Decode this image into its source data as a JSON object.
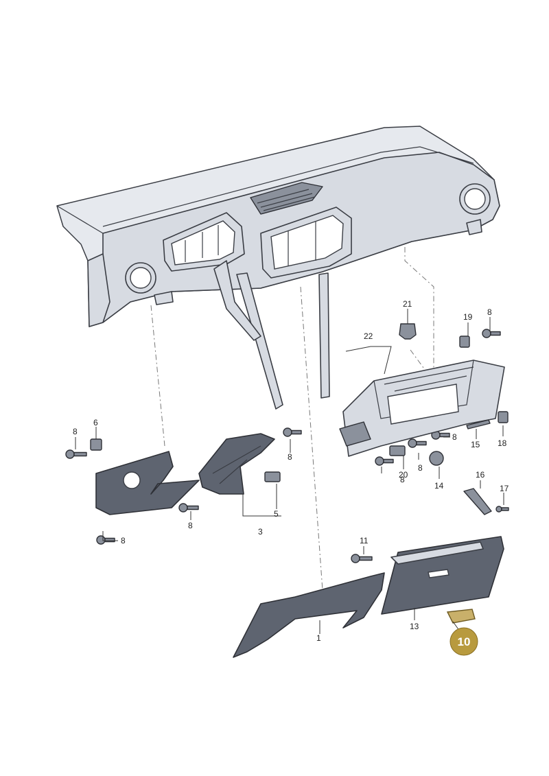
{
  "callouts": {
    "c1": "1",
    "c3": "3",
    "c5": "5",
    "c6": "6",
    "c8a": "8",
    "c8b": "8",
    "c8c": "8",
    "c8d": "8",
    "c8e": "8",
    "c8f": "8",
    "c8g": "8",
    "c8h": "8",
    "c11": "11",
    "c13": "13",
    "c14": "14",
    "c15": "15",
    "c16": "16",
    "c17": "17",
    "c18": "18",
    "c19": "19",
    "c20": "20",
    "c21": "21",
    "c22": "22"
  },
  "highlight": {
    "label": "10",
    "color": "#b89a3e"
  },
  "colors": {
    "part_fill": "#d7dbe2",
    "trim_fill": "#5e6470",
    "outline": "#3a3d44"
  }
}
